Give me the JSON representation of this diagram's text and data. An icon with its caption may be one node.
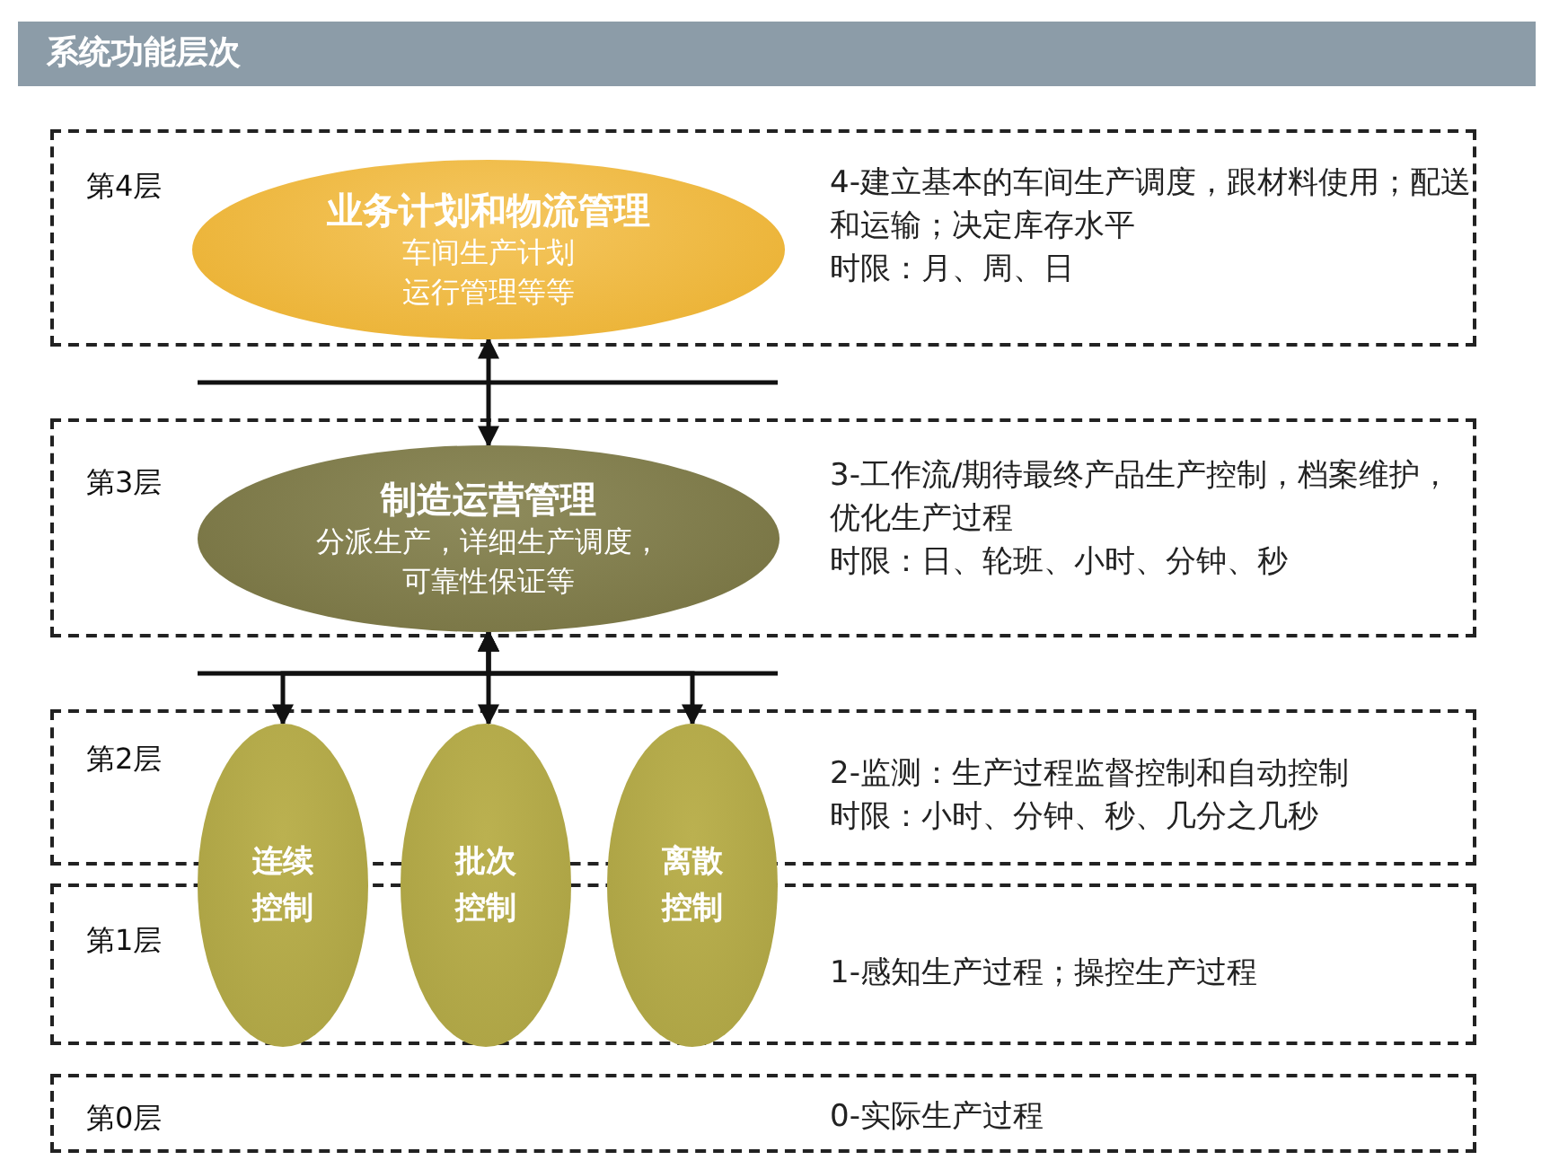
{
  "diagram": {
    "title": "系统功能层次",
    "nodes": [
      {
        "text": [
          "第4层",
          "4-建立基本的车间生产调度，跟材料使用；配送和运输；决定库存水平",
          "时限：月、周、日"
        ]
      },
      {
        "text": [
          "业务计划和物流管理",
          "车间生产计划",
          "运行管理等等"
        ],
        "in": 0
      },
      {
        "text": [
          "第3层",
          "3-工作流/期待最终产品生产控制，档案维护，优化生产过程",
          "时限：日、轮班、小时、分钟、秒"
        ]
      },
      {
        "text": [
          "制造运营管理",
          "分派生产，详细生产调度，",
          "可靠性保证等"
        ],
        "in": 2
      },
      {
        "text": [
          "第2层",
          "2-监测：生产过程监督控制和自动控制",
          "时限：小时、分钟、秒、几分之几秒"
        ]
      },
      {
        "text": [
          "第1层",
          "1-感知生产过程；操控生产过程"
        ]
      },
      {
        "text": [
          "第0层",
          "0-实际生产过程"
        ]
      },
      {
        "text": [
          "连续控制"
        ]
      },
      {
        "text": [
          "批次控制"
        ]
      },
      {
        "text": [
          "离散控制"
        ]
      }
    ],
    "edges": [
      {
        "from": 1,
        "to": 3,
        "arrow": "both"
      },
      {
        "from": 3,
        "to": 7,
        "arrow": "both"
      },
      {
        "from": 3,
        "to": 8,
        "arrow": "both"
      },
      {
        "from": 3,
        "to": 9,
        "arrow": "both"
      }
    ]
  }
}
